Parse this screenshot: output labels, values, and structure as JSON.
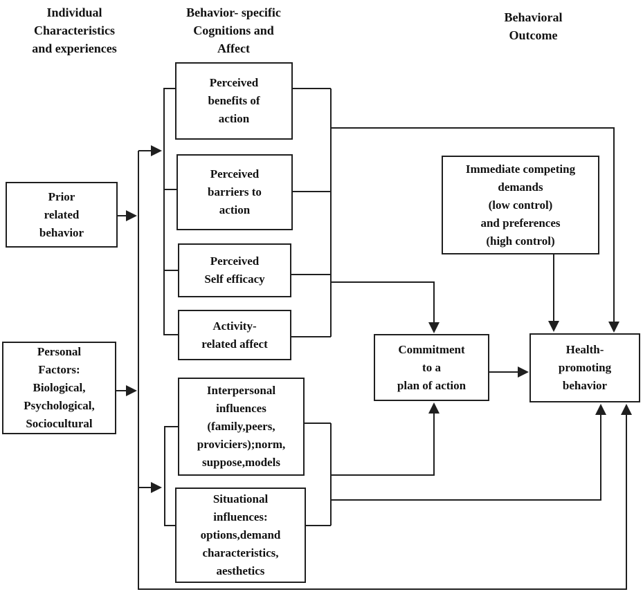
{
  "diagram": {
    "column_headers": [
      {
        "id": "individual-characteristics",
        "lines": [
          "Individual",
          "Characteristics",
          "and experiences"
        ]
      },
      {
        "id": "behavior-specific-cognitions",
        "lines": [
          "Behavior- specific",
          "Cognitions and",
          "Affect"
        ]
      },
      {
        "id": "behavioral-outcome",
        "lines": [
          "Behavioral",
          "Outcome"
        ]
      }
    ],
    "boxes": {
      "prior_related_behavior": {
        "lines": [
          "Prior",
          "related",
          "behavior"
        ]
      },
      "personal_factors": {
        "lines": [
          "Personal",
          "Factors:",
          "Biological,",
          "Psychological,",
          "Sociocultural"
        ]
      },
      "perceived_benefits": {
        "lines": [
          "Perceived",
          "benefits of",
          "action"
        ]
      },
      "perceived_barriers": {
        "lines": [
          "Perceived",
          "barriers to",
          "action"
        ]
      },
      "perceived_self_efficacy": {
        "lines": [
          "Perceived",
          "Self efficacy"
        ]
      },
      "activity_related_affect": {
        "lines": [
          "Activity-",
          "related affect"
        ]
      },
      "interpersonal_influences": {
        "lines": [
          "Interpersonal",
          "influences",
          "(family,peers,",
          "proviciers);norm,",
          "suppose,models"
        ]
      },
      "situational_influences": {
        "lines": [
          "Situational",
          "influences:",
          "options,demand",
          "characteristics,",
          "aesthetics"
        ]
      },
      "immediate_competing_demands": {
        "lines": [
          "Immediate competing",
          "demands",
          "(low control)",
          "and preferences",
          "(high control)"
        ]
      },
      "commitment_plan": {
        "lines": [
          "Commitment",
          "to a",
          "plan of action"
        ]
      },
      "health_promoting_behavior": {
        "lines": [
          "Health-",
          "promoting",
          "behavior"
        ]
      }
    },
    "edges": [
      {
        "from": "prior_related_behavior",
        "to": "behavior_specific_cognitions_group"
      },
      {
        "from": "personal_factors",
        "to": "behavior_specific_cognitions_group"
      },
      {
        "from": "perceptions_group_top",
        "to": "health_promoting_behavior"
      },
      {
        "from": "perceptions_group",
        "to": "commitment_plan"
      },
      {
        "from": "influences_group",
        "to": "commitment_plan"
      },
      {
        "from": "influences_group",
        "to": "health_promoting_behavior"
      },
      {
        "from": "immediate_competing_demands",
        "to": "health_promoting_behavior"
      },
      {
        "from": "commitment_plan",
        "to": "health_promoting_behavior"
      },
      {
        "from": "individual_characteristics_spine",
        "to": "health_promoting_behavior"
      }
    ],
    "colors": {
      "line": "#1f1f1f",
      "text": "#111111",
      "background": "#ffffff"
    }
  }
}
